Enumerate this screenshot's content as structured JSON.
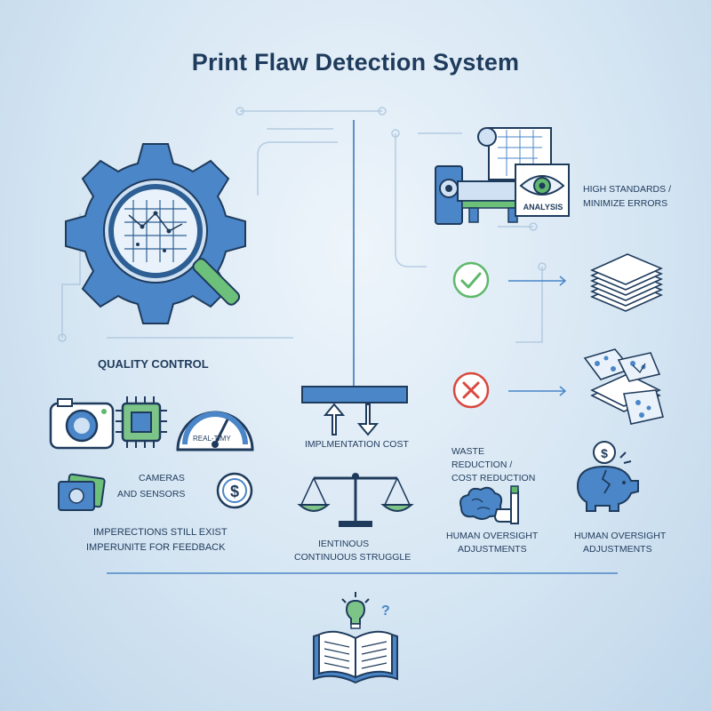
{
  "title": "Print Flaw Detection System",
  "quality_control": {
    "heading": "QUALITY CONTROL",
    "cameras_label_1": "CAMERAS",
    "cameras_label_2": "AND SENSORS",
    "realtime_label": "REAL-TIMY",
    "imperfections_1": "IMPERECTIONS STILL EXIST",
    "imperfections_2": "IMPERUNITE FOR FEEDBACK"
  },
  "analysis": {
    "badge": "ANALYSIS",
    "standards_1": "HIGH STANDARDS /",
    "standards_2": "MINIMIZE ERRORS"
  },
  "center": {
    "implementation_cost": "IMPLMENTATION COST",
    "struggle_1": "IENTINOUS",
    "struggle_2": "CONTINUOUS STRUGGLE"
  },
  "right": {
    "waste_1": "WASTE",
    "waste_2": "REDUCTION /",
    "waste_3": "COST REDUCTION",
    "oversight_a_1": "HUMAN OVERSIGHT",
    "oversight_a_2": "ADJUSTMENTS",
    "oversight_b_1": "HUMAN OVERSIGHT",
    "oversight_b_2": "ADJUSTMENTS"
  },
  "colors": {
    "primary_blue": "#3f7fc4",
    "dark_navy": "#1f3b5c",
    "accent_green": "#5fb86b",
    "error_red": "#d9493f"
  },
  "icons": [
    "gear-magnifier-icon",
    "camera-icon",
    "chip-icon",
    "gauge-icon",
    "money-photo-icon",
    "dollar-coin-icon",
    "printer-icon",
    "eye-icon",
    "check-icon",
    "cross-icon",
    "paper-stack-icon",
    "damaged-paper-icon",
    "arrows-icon",
    "scale-icon",
    "brain-hand-icon",
    "piggy-bank-icon",
    "book-lightbulb-icon"
  ]
}
